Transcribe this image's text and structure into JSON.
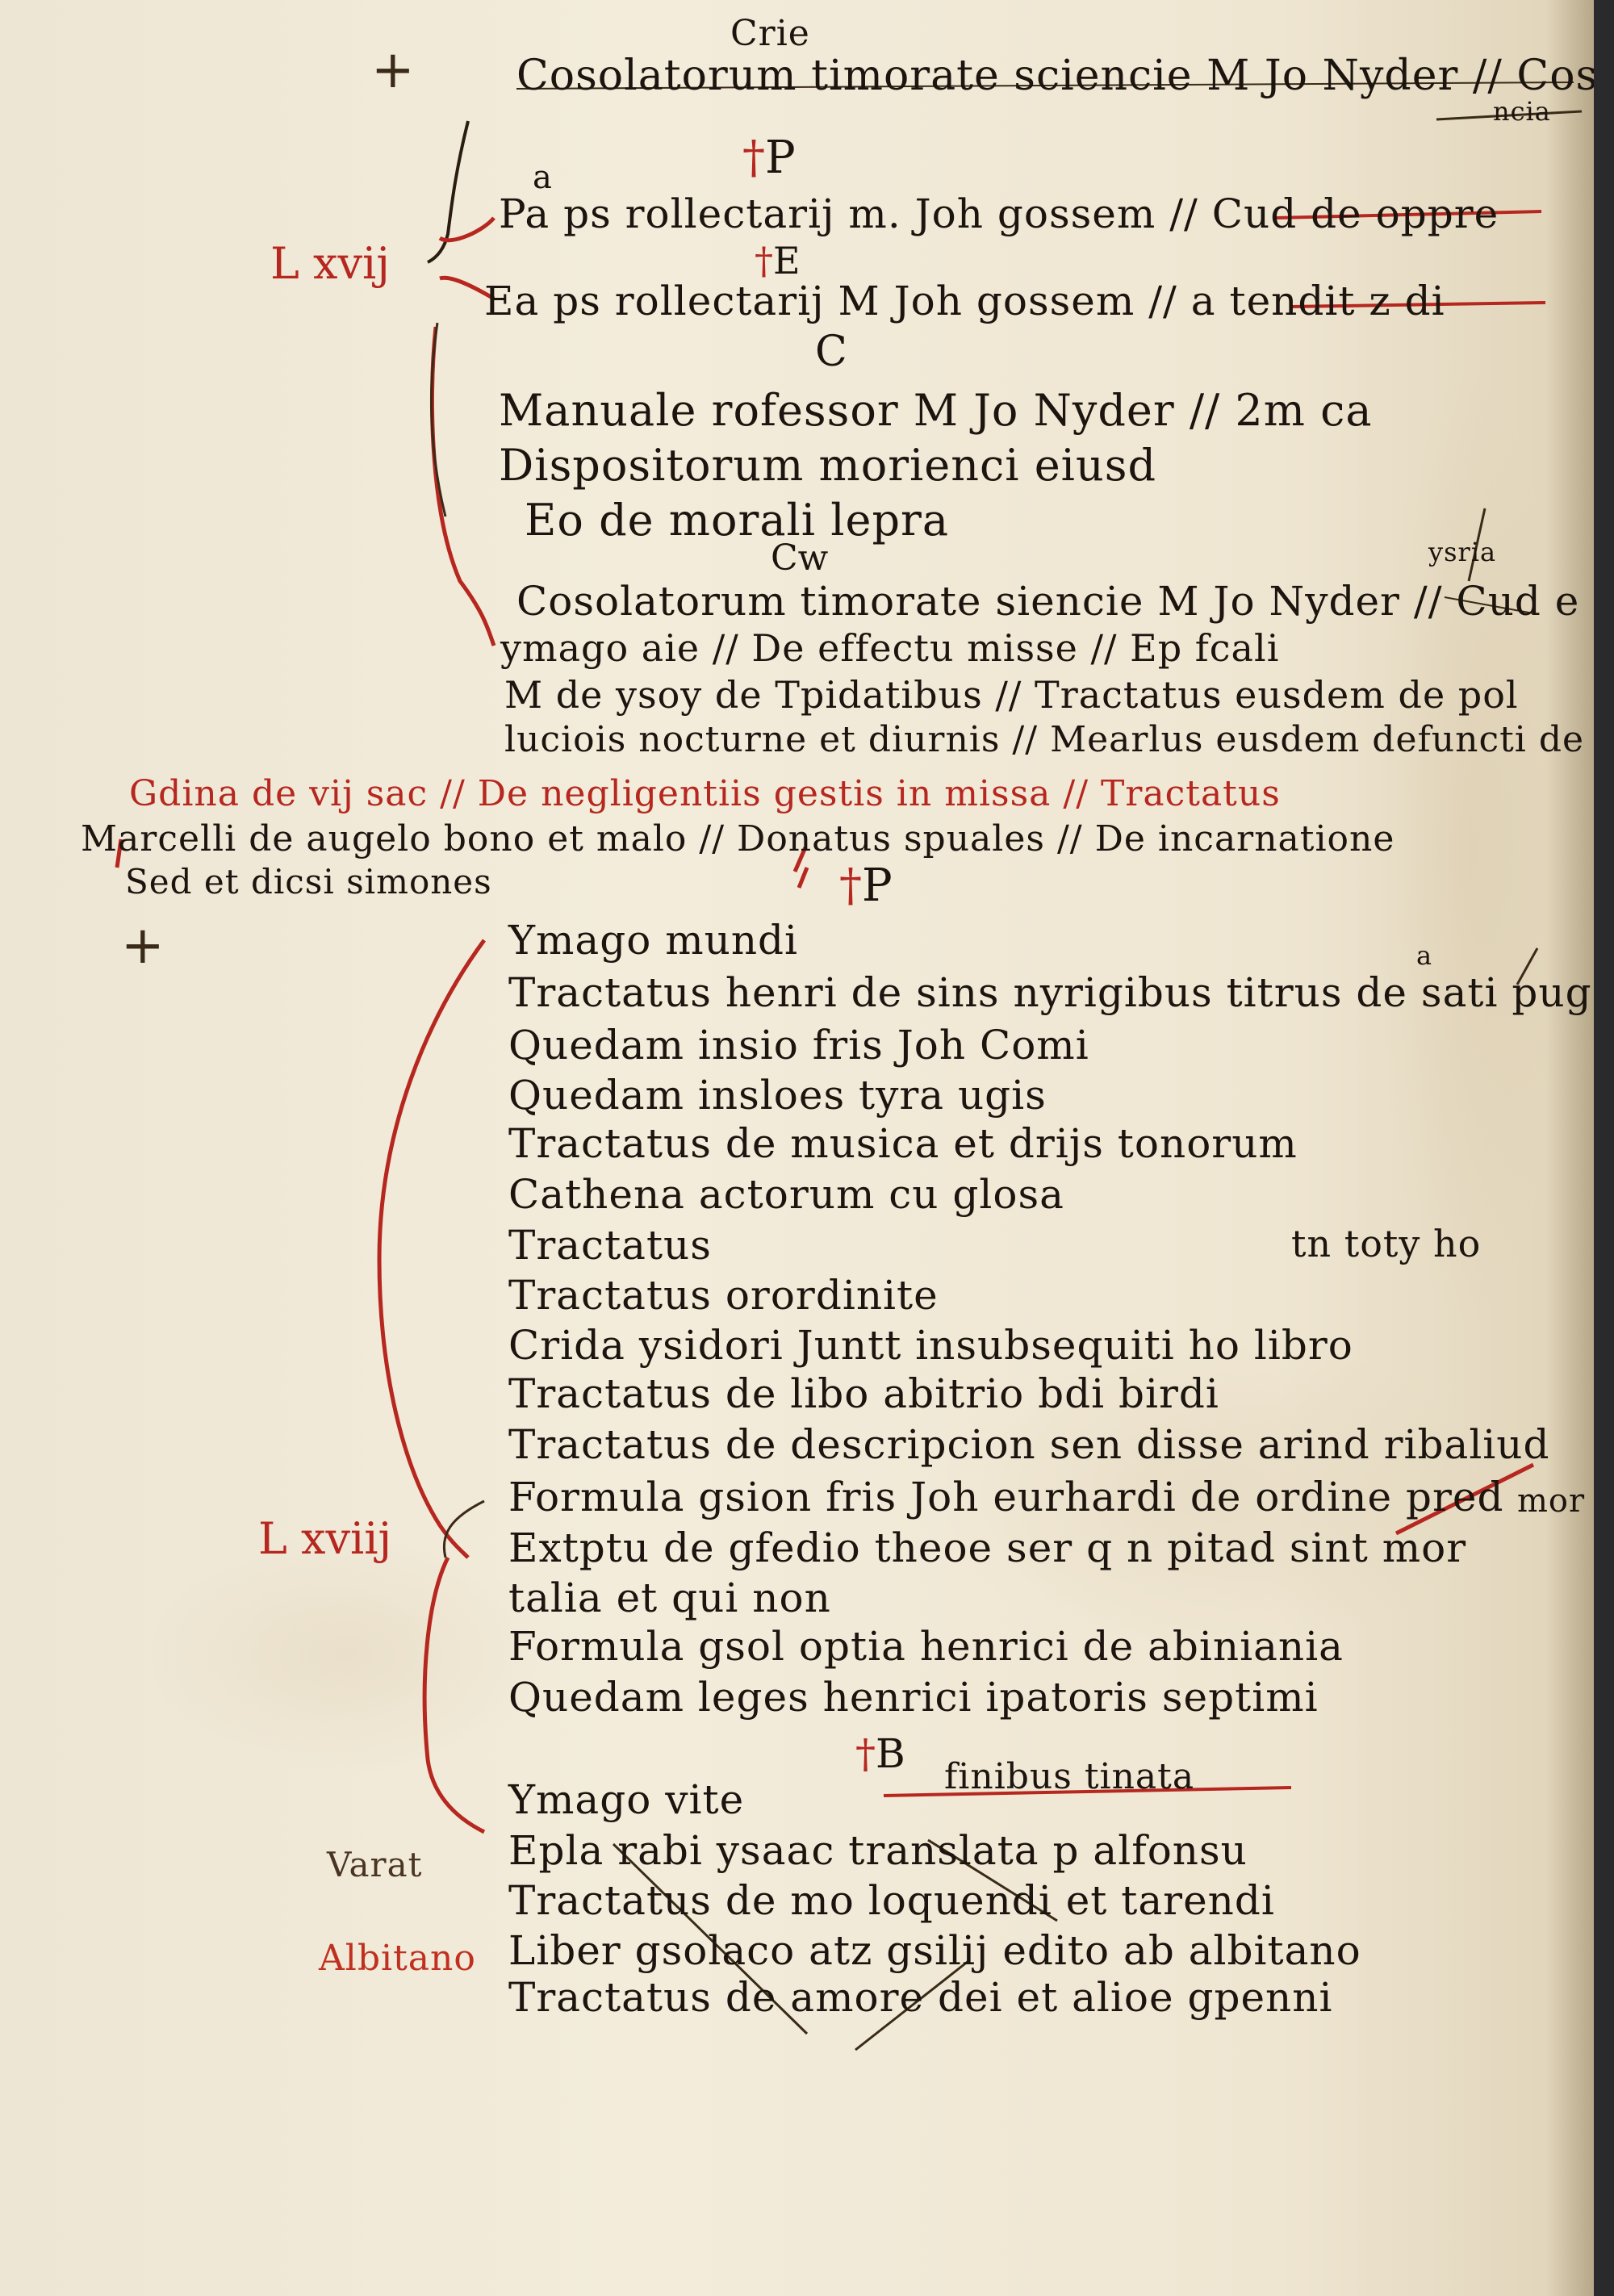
{
  "page": {
    "header_word": "Crie",
    "top_line": "Cosolatorum timorate sciencie M Jo Nyder // Cosolatorum ceu",
    "top_note": "ncia",
    "top_cross": "+",
    "margin_cross": "+"
  },
  "section1": {
    "shelf_mark": "L xvij",
    "rubric_p": "P",
    "rubric_e": "E",
    "rubric_c": "C",
    "rubric_cw": "Cw",
    "rubric_p_sup": "a",
    "lines": [
      "Pa ps rollectarij m. Joh gossem // Cud de oppre",
      "Ea ps rollectarij M Joh gossem // a tendit z di",
      "Manuale rofessor M Jo Nyder // 2m ca",
      "Dispositorum morienci eiusd",
      "Eo de morali lepra",
      "Cosolatorum timorate siencie M Jo Nyder // Cud e",
      "ymago aie // De effectu misse // Ep fcali",
      "M de ysoy de Tpidatibus // Tractatus eusdem de pol",
      "luciois nocturne et diurnis // Mearlus eusdem defuncti de spu"
    ],
    "note_above_line6": "ysria"
  },
  "margin_notes": {
    "left1": "Gdina de vij sac // De negligentiis gestis in missa // Tractatus",
    "left2": "Marcelli de augelo bono et malo // Donatus spuales // De incarnatione",
    "left3": "Sed et dicsi simones"
  },
  "section2": {
    "shelf_mark": "L xviij",
    "rubric_p": "P",
    "rubric_b": "B",
    "lines": [
      "Ymago mundi",
      "Tractatus henri de sins nyrigibus titrus de sati pugatory",
      "Quedam insio fris Joh Comi",
      "Quedam insloes tyra ugis",
      "Tractatus de musica et drijs tonorum",
      "Cathena actorum cu glosa",
      "Tractatus",
      "Tractatus orordinite",
      "Crida ysidori Juntt insubsequiti ho libro",
      "Tractatus de libo abitrio bdi birdi",
      "Tractatus de descripcion sen disse arind ribaliud",
      "Formula gsion fris Joh eurhardi de ordine pred",
      "Extptu de gfedio theoe ser q n pitad sint mor",
      "talia et qui non",
      "Formula gsol optia henrici de abiniania",
      "Quedam leges henrici ipatoris septimi",
      "Ymago vite",
      "Epla rabi ysaac translata p alfonsu",
      "Tractatus de mo loquendi et tarendi",
      "Liber gsolaco atz gsilij edito ab albitano",
      "Tractatus de amore dei et alioe gpenni"
    ],
    "right_note_line7": "tn toty ho",
    "right_note_line12": "mor",
    "right_note_line17": "finibus tinata",
    "sup_mark_line1": "a"
  },
  "left_margin_words": {
    "varat": "Varat",
    "albitano": "Albitano"
  }
}
